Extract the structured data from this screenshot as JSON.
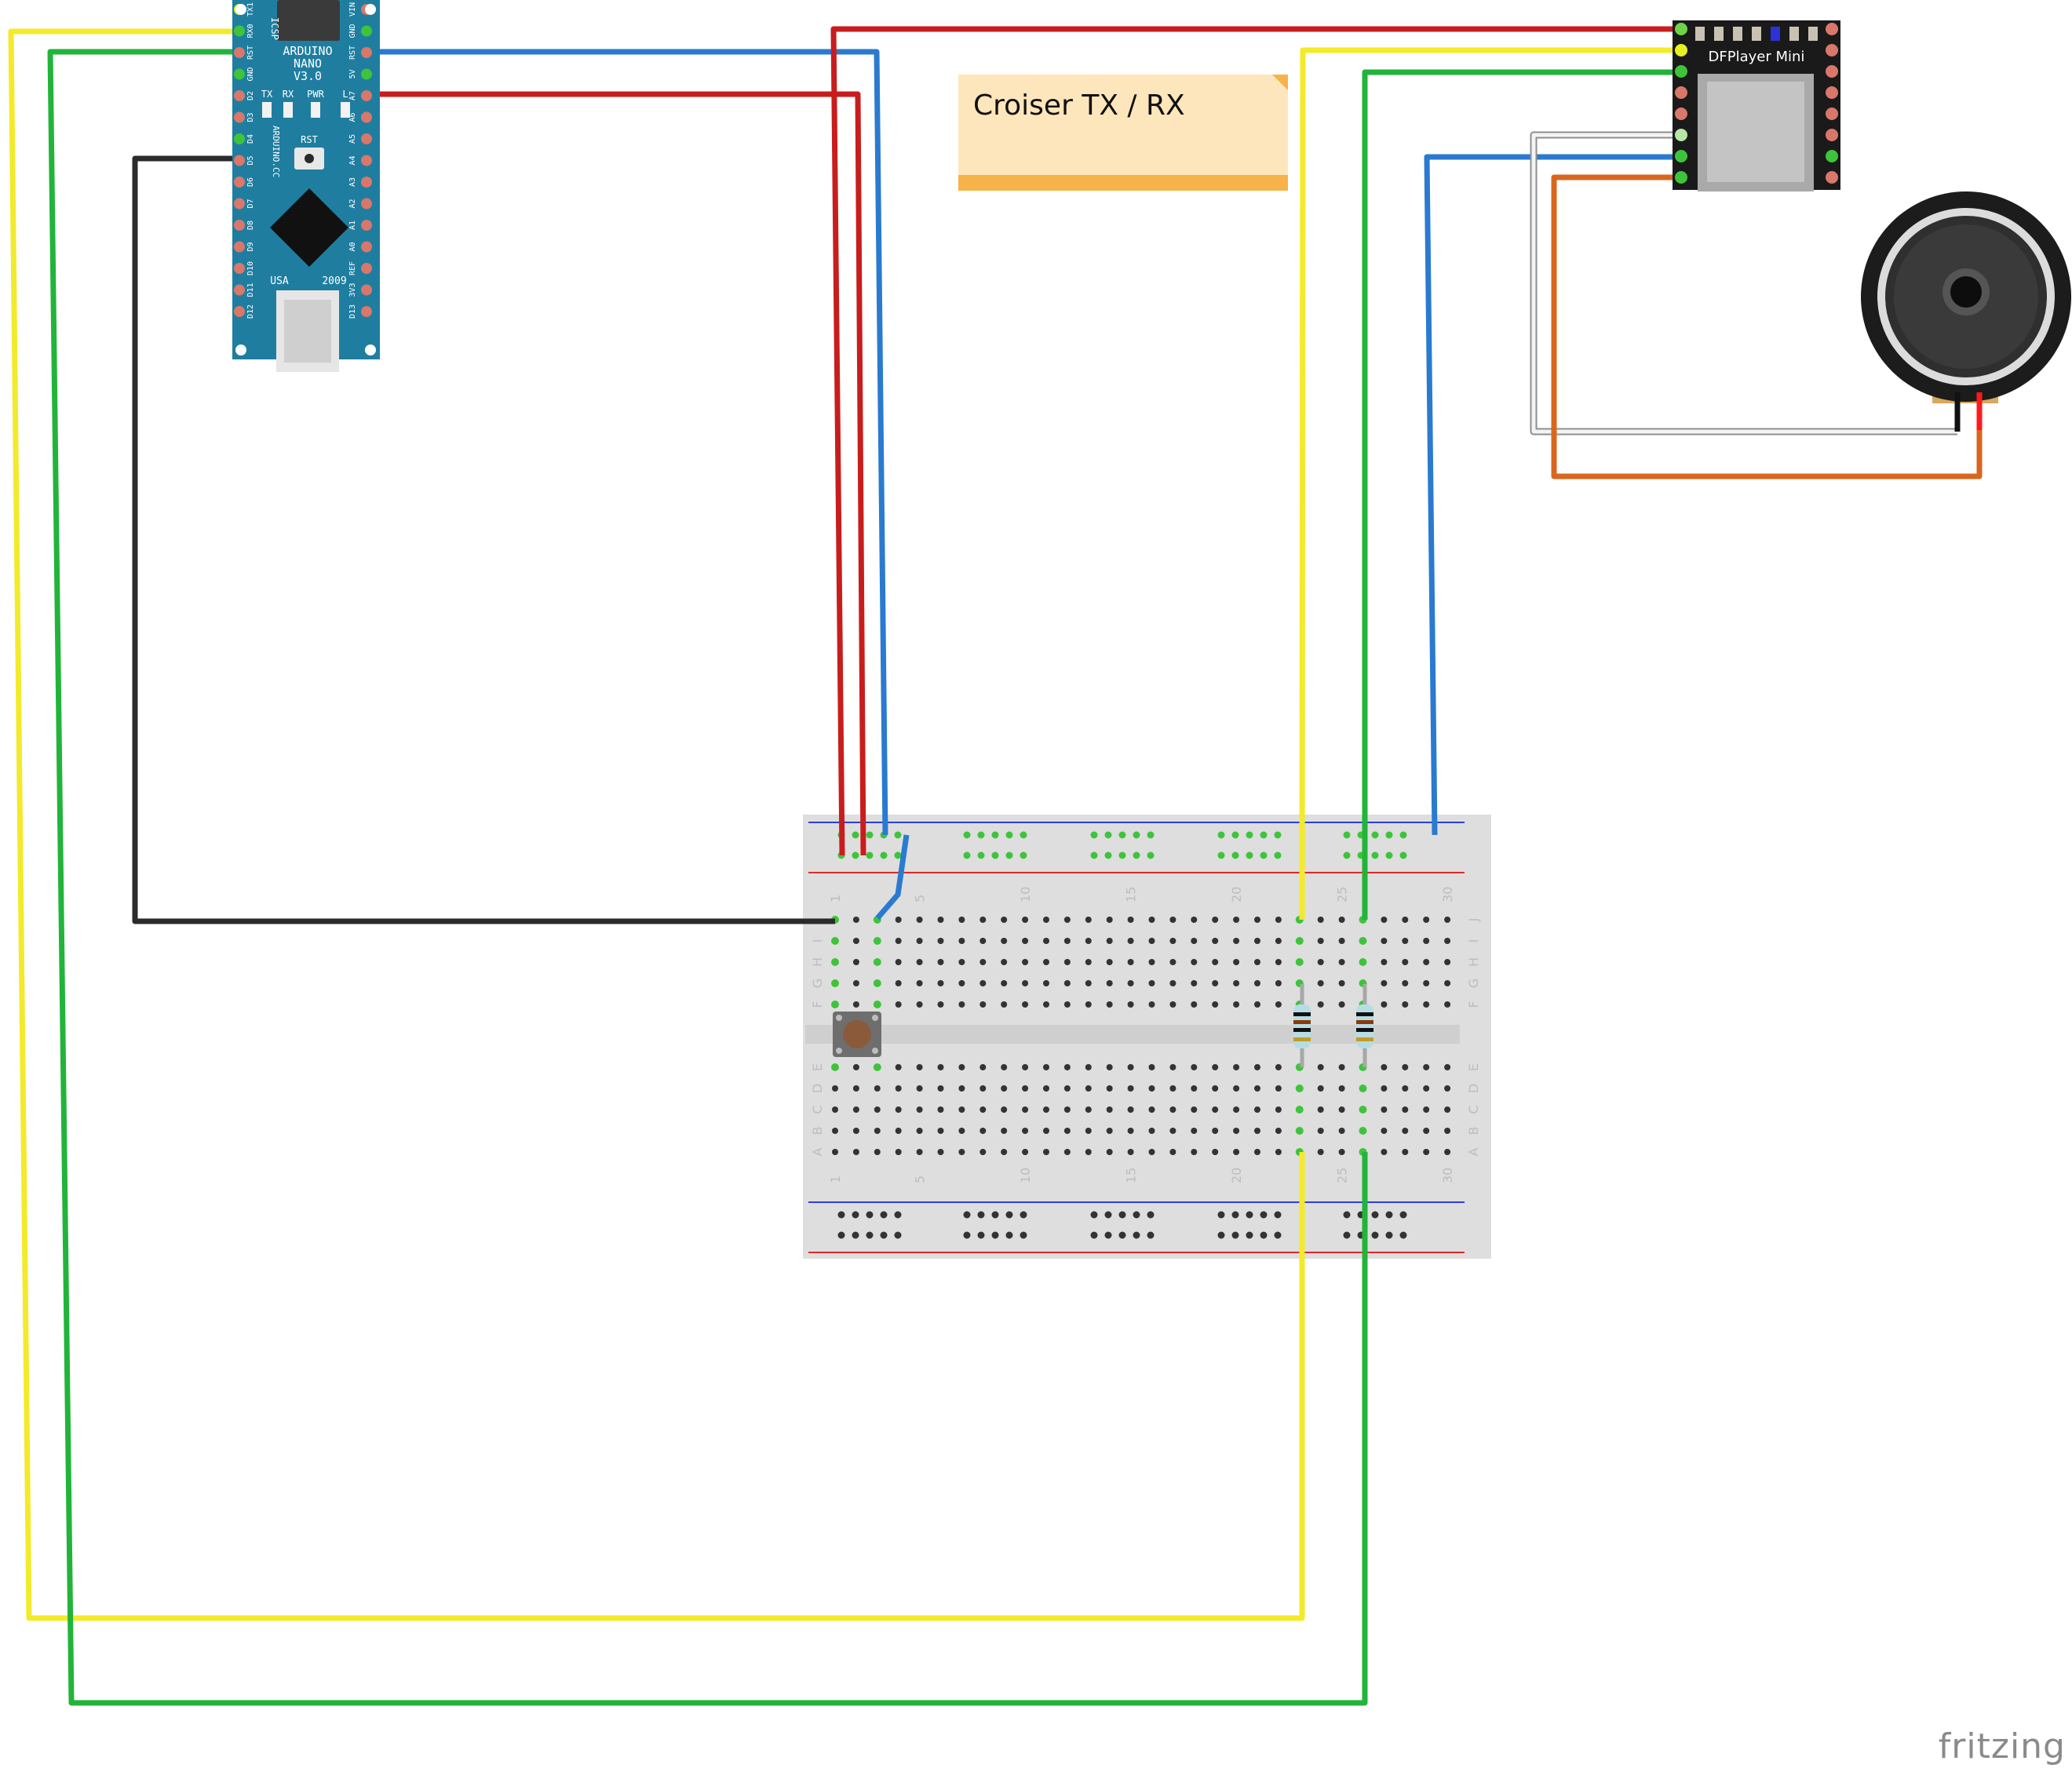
{
  "note": {
    "text": "Croiser TX / RX"
  },
  "arduino": {
    "board_label": "ARDUINO",
    "model_label": "NANO",
    "version_label": "V3.0",
    "icsp_label": "ICSP",
    "origin_label": "USA",
    "year_label": "2009",
    "rst_label": "RST",
    "led_labels": [
      "TX",
      "RX",
      "PWR",
      "L"
    ],
    "vertical_label": "ARDUINO.CC",
    "pin_labels_left": [
      "TX1",
      "RX0",
      "RST",
      "GND",
      "D2",
      "D3",
      "D4",
      "D5",
      "D6",
      "D7",
      "D8",
      "D9",
      "D10",
      "D11",
      "D12"
    ],
    "pin_labels_right": [
      "VIN",
      "GND",
      "RST",
      "5V",
      "A7",
      "A6",
      "A5",
      "A4",
      "A3",
      "A2",
      "A1",
      "A0",
      "REF",
      "3V3",
      "D13"
    ]
  },
  "dfplayer": {
    "title": "DFPlayer Mini"
  },
  "breadboard": {
    "column_numbers": [
      "1",
      "5",
      "10",
      "15",
      "20",
      "25",
      "30"
    ],
    "rows_top": [
      "J",
      "I",
      "H",
      "G",
      "F"
    ],
    "rows_bottom": [
      "E",
      "D",
      "C",
      "B",
      "A"
    ]
  },
  "watermark": {
    "text": "fritzing"
  },
  "colors": {
    "wire_yellow": "#f3ea2b",
    "wire_green": "#22b43a",
    "wire_blue": "#2a7ad0",
    "wire_red": "#c81d1d",
    "wire_black": "#2b2b2b",
    "wire_white": "#e6e6e6",
    "wire_orange": "#d9661e",
    "nano_board": "#1f7ea0",
    "dfplayer_board": "#1a1a1a",
    "breadboard": "#dedede",
    "note_fill": "#fde6bb",
    "note_band": "#f7b24a"
  }
}
